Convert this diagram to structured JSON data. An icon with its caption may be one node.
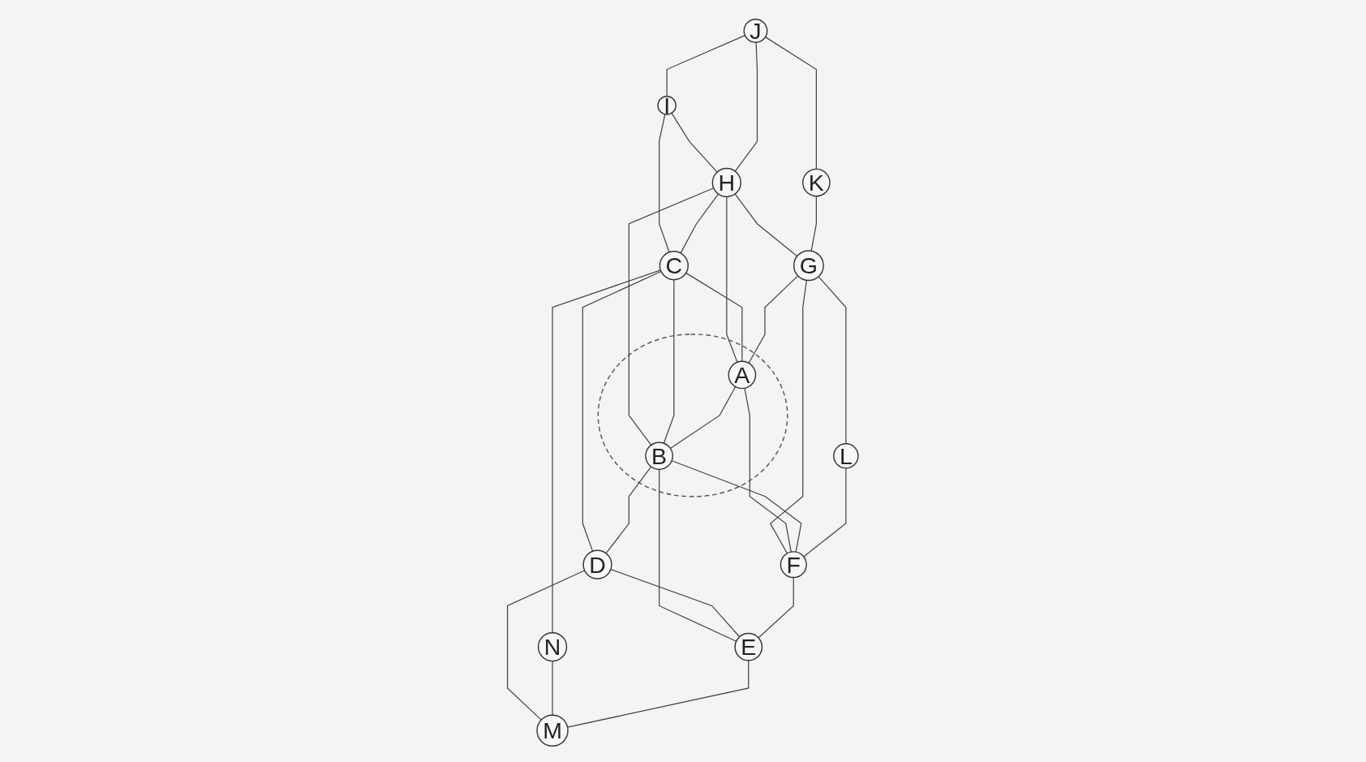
{
  "diagram": {
    "nodes": [
      {
        "text": [
          "I"
        ]
      },
      {
        "text": [
          "J"
        ]
      },
      {
        "text": [
          "H"
        ]
      },
      {
        "text": [
          "C"
        ]
      },
      {
        "text": [
          "K"
        ]
      },
      {
        "text": [
          "N"
        ]
      },
      {
        "text": [
          "G"
        ]
      },
      {
        "text": [],
        "shape": "ellipse"
      },
      {
        "text": [
          "A"
        ],
        "in": 7
      },
      {
        "text": [
          "B"
        ],
        "in": 7
      },
      {
        "text": [
          "D"
        ]
      },
      {
        "text": [
          "L"
        ]
      },
      {
        "text": [
          "F"
        ]
      },
      {
        "text": [
          "E"
        ]
      },
      {
        "text": [
          "M"
        ]
      }
    ],
    "edges": [
      {
        "from": 1,
        "to": 0,
        "arrow": "none"
      },
      {
        "from": 0,
        "to": 2,
        "arrow": "none"
      },
      {
        "from": 0,
        "to": 3,
        "arrow": "none"
      },
      {
        "from": 1,
        "to": 2,
        "arrow": "none"
      },
      {
        "from": 1,
        "to": 4,
        "arrow": "none"
      },
      {
        "from": 2,
        "to": 3,
        "arrow": "none"
      },
      {
        "from": 2,
        "to": 8,
        "arrow": "none"
      },
      {
        "from": 2,
        "to": 9,
        "arrow": "none"
      },
      {
        "from": 2,
        "to": 6,
        "arrow": "none"
      },
      {
        "from": 3,
        "to": 8,
        "arrow": "none"
      },
      {
        "from": 3,
        "to": 5,
        "arrow": "none"
      },
      {
        "from": 3,
        "to": 9,
        "arrow": "none"
      },
      {
        "from": 3,
        "to": 10,
        "arrow": "none"
      },
      {
        "from": 4,
        "to": 6,
        "arrow": "none"
      },
      {
        "from": 6,
        "to": 8,
        "arrow": "none"
      },
      {
        "from": 6,
        "to": 11,
        "arrow": "none"
      },
      {
        "from": 6,
        "to": 12,
        "arrow": "none"
      },
      {
        "from": 8,
        "to": 9,
        "arrow": "none"
      },
      {
        "from": 8,
        "to": 12,
        "arrow": "none"
      },
      {
        "from": 9,
        "to": 12,
        "arrow": "none"
      },
      {
        "from": 9,
        "to": 10,
        "arrow": "none"
      },
      {
        "from": 9,
        "to": 13,
        "arrow": "none"
      },
      {
        "from": 10,
        "to": 13,
        "arrow": "none"
      },
      {
        "from": 10,
        "to": 14,
        "arrow": "none"
      },
      {
        "from": 5,
        "to": 14,
        "arrow": "none"
      },
      {
        "from": 11,
        "to": 12,
        "arrow": "none"
      },
      {
        "from": 12,
        "to": 13,
        "arrow": "none"
      },
      {
        "from": 13,
        "to": 14,
        "arrow": "none"
      }
    ]
  }
}
